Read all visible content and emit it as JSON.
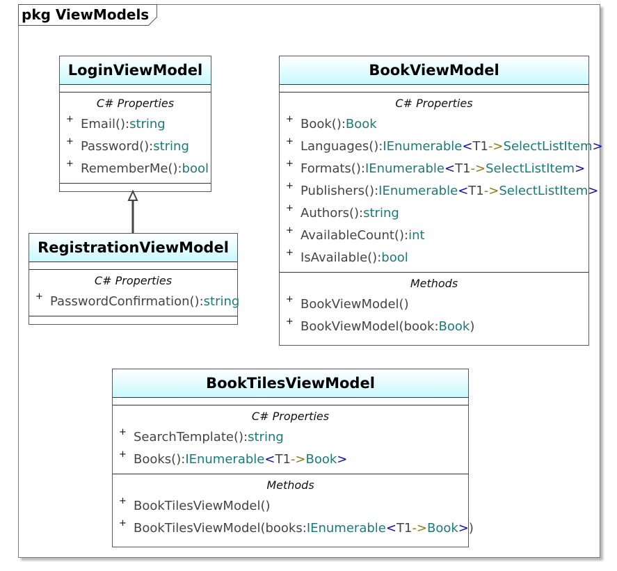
{
  "package": {
    "title": "pkg ViewModels"
  },
  "classes": {
    "login": {
      "name": "LoginViewModel",
      "properties_title": "C# Properties",
      "properties": [
        {
          "vis": "+",
          "name": "Email()",
          "colon": ":",
          "type": "string"
        },
        {
          "vis": "+",
          "name": "Password()",
          "colon": ":",
          "type": "string"
        },
        {
          "vis": "+",
          "name": "RememberMe()",
          "colon": ":",
          "type": "bool"
        }
      ]
    },
    "registration": {
      "name": "RegistrationViewModel",
      "properties_title": "C# Properties",
      "properties": [
        {
          "vis": "+",
          "name": "PasswordConfirmation()",
          "colon": ":",
          "type": "string"
        }
      ]
    },
    "book": {
      "name": "BookViewModel",
      "properties_title": "C# Properties",
      "properties": [
        {
          "vis": "+",
          "name": "Book()",
          "colon": ":",
          "type": "Book"
        },
        {
          "vis": "+",
          "name": "Languages()",
          "colon": ":",
          "type": "IEnumerable",
          "lt": "<",
          "param": "T1",
          "arrow": "->",
          "inner": "SelectListItem",
          "gt": ">"
        },
        {
          "vis": "+",
          "name": "Formats()",
          "colon": ":",
          "type": "IEnumerable",
          "lt": "<",
          "param": "T1",
          "arrow": "->",
          "inner": "SelectListItem",
          "gt": ">"
        },
        {
          "vis": "+",
          "name": "Publishers()",
          "colon": ":",
          "type": "IEnumerable",
          "lt": "<",
          "param": "T1",
          "arrow": "->",
          "inner": "SelectListItem",
          "gt": ">"
        },
        {
          "vis": "+",
          "name": "Authors()",
          "colon": ":",
          "type": "string"
        },
        {
          "vis": "+",
          "name": "AvailableCount()",
          "colon": ":",
          "type": "int"
        },
        {
          "vis": "+",
          "name": "IsAvailable()",
          "colon": ":",
          "type": "bool"
        }
      ],
      "methods_title": "Methods",
      "methods": [
        {
          "vis": "+",
          "text": "BookViewModel()"
        },
        {
          "vis": "+",
          "pre": "BookViewModel(book",
          "colon": ":",
          "type": "Book",
          "post": ")"
        }
      ]
    },
    "tiles": {
      "name": "BookTilesViewModel",
      "properties_title": "C# Properties",
      "properties": [
        {
          "vis": "+",
          "name": "SearchTemplate()",
          "colon": ":",
          "type": "string"
        },
        {
          "vis": "+",
          "name": "Books()",
          "colon": ":",
          "type": "IEnumerable",
          "lt": "<",
          "param": "T1",
          "arrow": "->",
          "inner": "Book",
          "gt": ">"
        }
      ],
      "methods_title": "Methods",
      "methods": [
        {
          "vis": "+",
          "text": "BookTilesViewModel()"
        },
        {
          "vis": "+",
          "pre": "BookTilesViewModel(books",
          "colon": ":",
          "type": "IEnumerable",
          "lt": "<",
          "param": "T1",
          "arrow": "->",
          "inner": "Book",
          "gt": ">",
          "post": ")"
        }
      ]
    }
  },
  "relations": [
    {
      "type": "generalization",
      "from": "RegistrationViewModel",
      "to": "LoginViewModel"
    }
  ]
}
